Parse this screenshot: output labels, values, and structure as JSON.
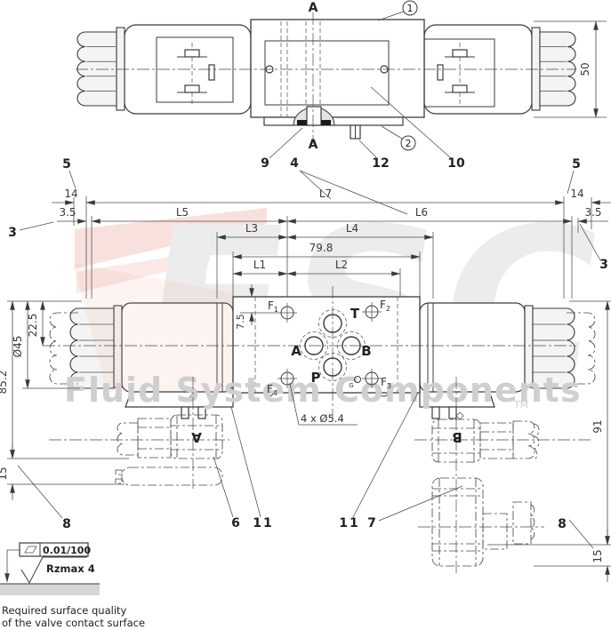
{
  "colors": {
    "line": "#3b3b3b",
    "dim_line": "#4a4a4a",
    "hatch_black": "#1a1a1a",
    "watermark_gray": "#ececec",
    "watermark_red": "#e98573",
    "brand_gray": "#cfcfcf",
    "surface_bar_gray": "#d6d6d6"
  },
  "watermark": {
    "logo": "FSC",
    "brand": "Fluid System Components",
    "trademark": "TM"
  },
  "top_view": {
    "section_top": "A",
    "section_bottom": "A",
    "balloon_1": "1",
    "balloon_2": "2",
    "item_5_left": "5",
    "item_9": "9",
    "item_4": "4",
    "item_12": "12",
    "item_10": "10",
    "item_5_right": "5",
    "dim_height": "50"
  },
  "dim_chains": {
    "d14_left": "14",
    "d35_left": "3.5",
    "item_3_left": "3",
    "l7": "L7",
    "l5": "L5",
    "l6": "L6",
    "l3": "L3",
    "l4": "L4",
    "d79_8": "79.8",
    "l1": "L1",
    "l2": "L2",
    "d14_right": "14",
    "d35_right": "3.5",
    "item_3_right": "3"
  },
  "front_view": {
    "d7_5": "7.5",
    "port_t": "T",
    "port_a": "A",
    "port_b": "B",
    "port_p": "P",
    "f_label": "F",
    "f1_sub": "1",
    "f2_sub": "2",
    "f3_sub": "3",
    "f4_sub": "4",
    "g_port": "G",
    "bolt_holes_note": "4 x Ø5.4",
    "d22_5": "22.5",
    "d45": "Ø45",
    "d85_2": "85.2",
    "d15_left": "15",
    "d91": "91",
    "d15_right": "15",
    "coil_a": "A",
    "coil_b": "B"
  },
  "items": {
    "i8_left": "8",
    "i6": "6",
    "i11_left": "11",
    "i11_right": "11",
    "i7": "7",
    "i8_right": "8"
  },
  "surface_note": {
    "flatness_tolerance": "0.01/100",
    "roughness": "Rzmax 4",
    "caption_line1": "Required surface quality",
    "caption_line2": "of the valve contact surface"
  }
}
